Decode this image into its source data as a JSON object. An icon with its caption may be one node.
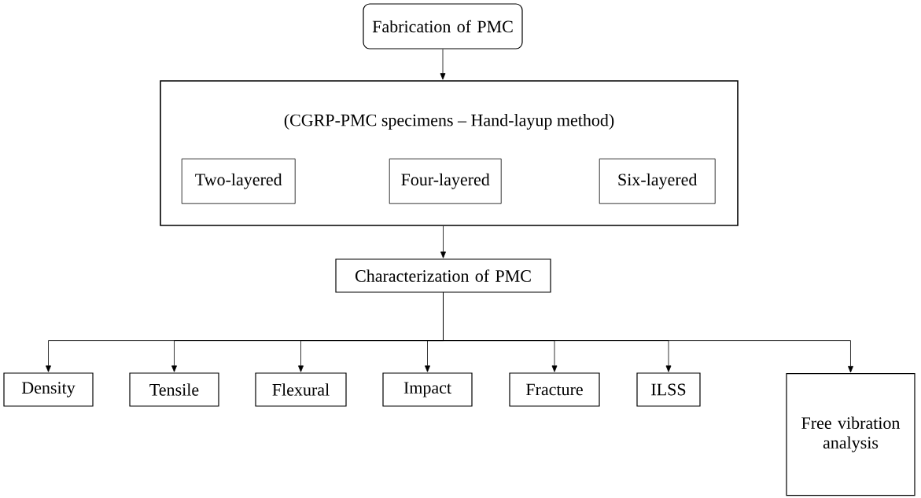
{
  "diagram": {
    "nodes": [
      {
        "text": [
          "Fabrication of PMC"
        ]
      },
      {
        "text": [
          "(CGRP-PMC specimens – Hand-layup method)"
        ]
      },
      {
        "text": [
          "Two-layered"
        ],
        "in": 1
      },
      {
        "text": [
          "Four-layered"
        ],
        "in": 1
      },
      {
        "text": [
          "Six-layered"
        ],
        "in": 1
      },
      {
        "text": [
          "Characterization of PMC"
        ]
      },
      {
        "text": [
          "Density"
        ]
      },
      {
        "text": [
          "Tensile"
        ]
      },
      {
        "text": [
          "Flexural"
        ]
      },
      {
        "text": [
          "Impact"
        ]
      },
      {
        "text": [
          "Fracture"
        ]
      },
      {
        "text": [
          "ILSS"
        ]
      },
      {
        "text": [
          "Free vibration analysis"
        ]
      }
    ],
    "edges": [
      {
        "from": 0,
        "to": 1,
        "arrow": "to"
      },
      {
        "from": 1,
        "to": 5,
        "arrow": "to"
      },
      {
        "from": 5,
        "to": 6,
        "arrow": "to"
      },
      {
        "from": 5,
        "to": 7,
        "arrow": "to"
      },
      {
        "from": 5,
        "to": 8,
        "arrow": "to"
      },
      {
        "from": 5,
        "to": 9,
        "arrow": "to"
      },
      {
        "from": 5,
        "to": 10,
        "arrow": "to"
      },
      {
        "from": 5,
        "to": 11,
        "arrow": "to"
      },
      {
        "from": 5,
        "to": 12,
        "arrow": "to"
      }
    ]
  }
}
